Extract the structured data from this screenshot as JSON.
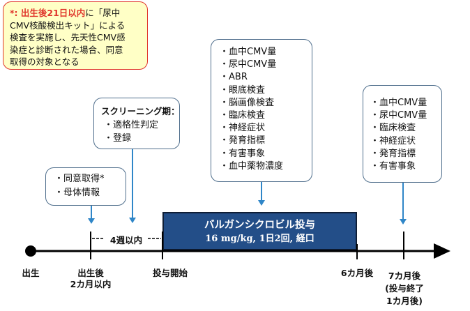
{
  "note": {
    "prefix": "*: ",
    "highlight": "出生後21日以内",
    "line1_rest": "に「尿中",
    "line2": "CMV核酸検出キット」による",
    "line3": "検査を実施し、先天性CMV感",
    "line4": "染症と診断された場合、同意",
    "line5": "取得の対象となる"
  },
  "consent_box": {
    "items": [
      "同意取得*",
      "母体情報"
    ]
  },
  "screening_box": {
    "title": "スクリーニング期：",
    "items": [
      "適格性判定",
      "登録"
    ]
  },
  "baseline_box": {
    "items": [
      "血中CMV量",
      "尿中CMV量",
      "ABR",
      "眼底検査",
      "脳画像検査",
      "臨床検査",
      "神経症状",
      "発育指標",
      "有害事象",
      "血中薬物濃度"
    ]
  },
  "followup_box": {
    "items": [
      "血中CMV量",
      "尿中CMV量",
      "臨床検査",
      "神経症状",
      "発育指標",
      "有害事象"
    ]
  },
  "treatment": {
    "title": "バルガンシクロビル投与",
    "dose": "16 mg/kg, 1日2回, 経口"
  },
  "interval_label": "4週以内",
  "timeline": {
    "birth": "出生",
    "within2m_a": "出生後",
    "within2m_b": "2カ月以内",
    "start": "投与開始",
    "m6": "6カ月後",
    "m7_a": "7カ月後",
    "m7_b": "(投与終了",
    "m7_c": "1カ月後)"
  },
  "colors": {
    "arrow": "#2f86c8",
    "drug_fill": "#234e88",
    "note_border": "#e0352b",
    "note_fill": "#ffffc6",
    "box_border": "#4f6e8c"
  }
}
